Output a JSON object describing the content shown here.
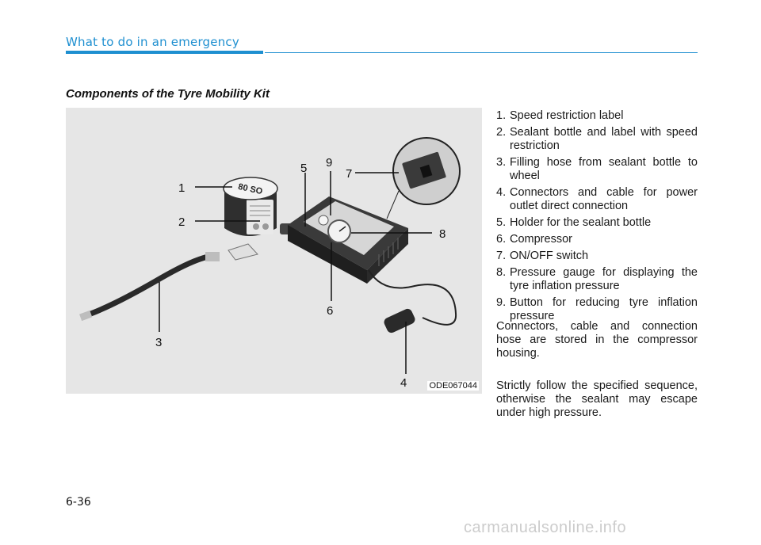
{
  "header": {
    "title": "What to do in an emergency"
  },
  "section": {
    "title": "Components of the Tyre Mobility Kit"
  },
  "figure": {
    "code": "ODE067044",
    "callouts": [
      "1",
      "2",
      "3",
      "4",
      "5",
      "6",
      "7",
      "8",
      "9"
    ],
    "bottle_label_text": "80 SO",
    "colors": {
      "background": "#e6e6e6",
      "device": "#2b2b2b",
      "leader": "#111111"
    }
  },
  "components": [
    {
      "num": "1.",
      "text": "Speed restriction label"
    },
    {
      "num": "2.",
      "text": "Sealant bottle and label with speed restriction"
    },
    {
      "num": "3.",
      "text": "Filling hose from sealant bottle to wheel"
    },
    {
      "num": "4.",
      "text": "Connectors and cable for power outlet direct connection"
    },
    {
      "num": "5.",
      "text": "Holder for the sealant bottle"
    },
    {
      "num": "6.",
      "text": "Compressor"
    },
    {
      "num": "7.",
      "text": "ON/OFF switch"
    },
    {
      "num": "8.",
      "text": "Pressure gauge for displaying the tyre inflation pressure"
    },
    {
      "num": "9.",
      "text": "Button for reducing tyre inflation pressure"
    }
  ],
  "notes": {
    "storage": "Connectors, cable and connection hose are stored in the compressor housing.",
    "sequence": "Strictly follow the specified sequence, otherwise the sealant may escape under high pressure."
  },
  "footer": {
    "page": "6-36",
    "watermark": "carmanualsonline.info"
  },
  "colors": {
    "accent": "#1e8fd0"
  }
}
